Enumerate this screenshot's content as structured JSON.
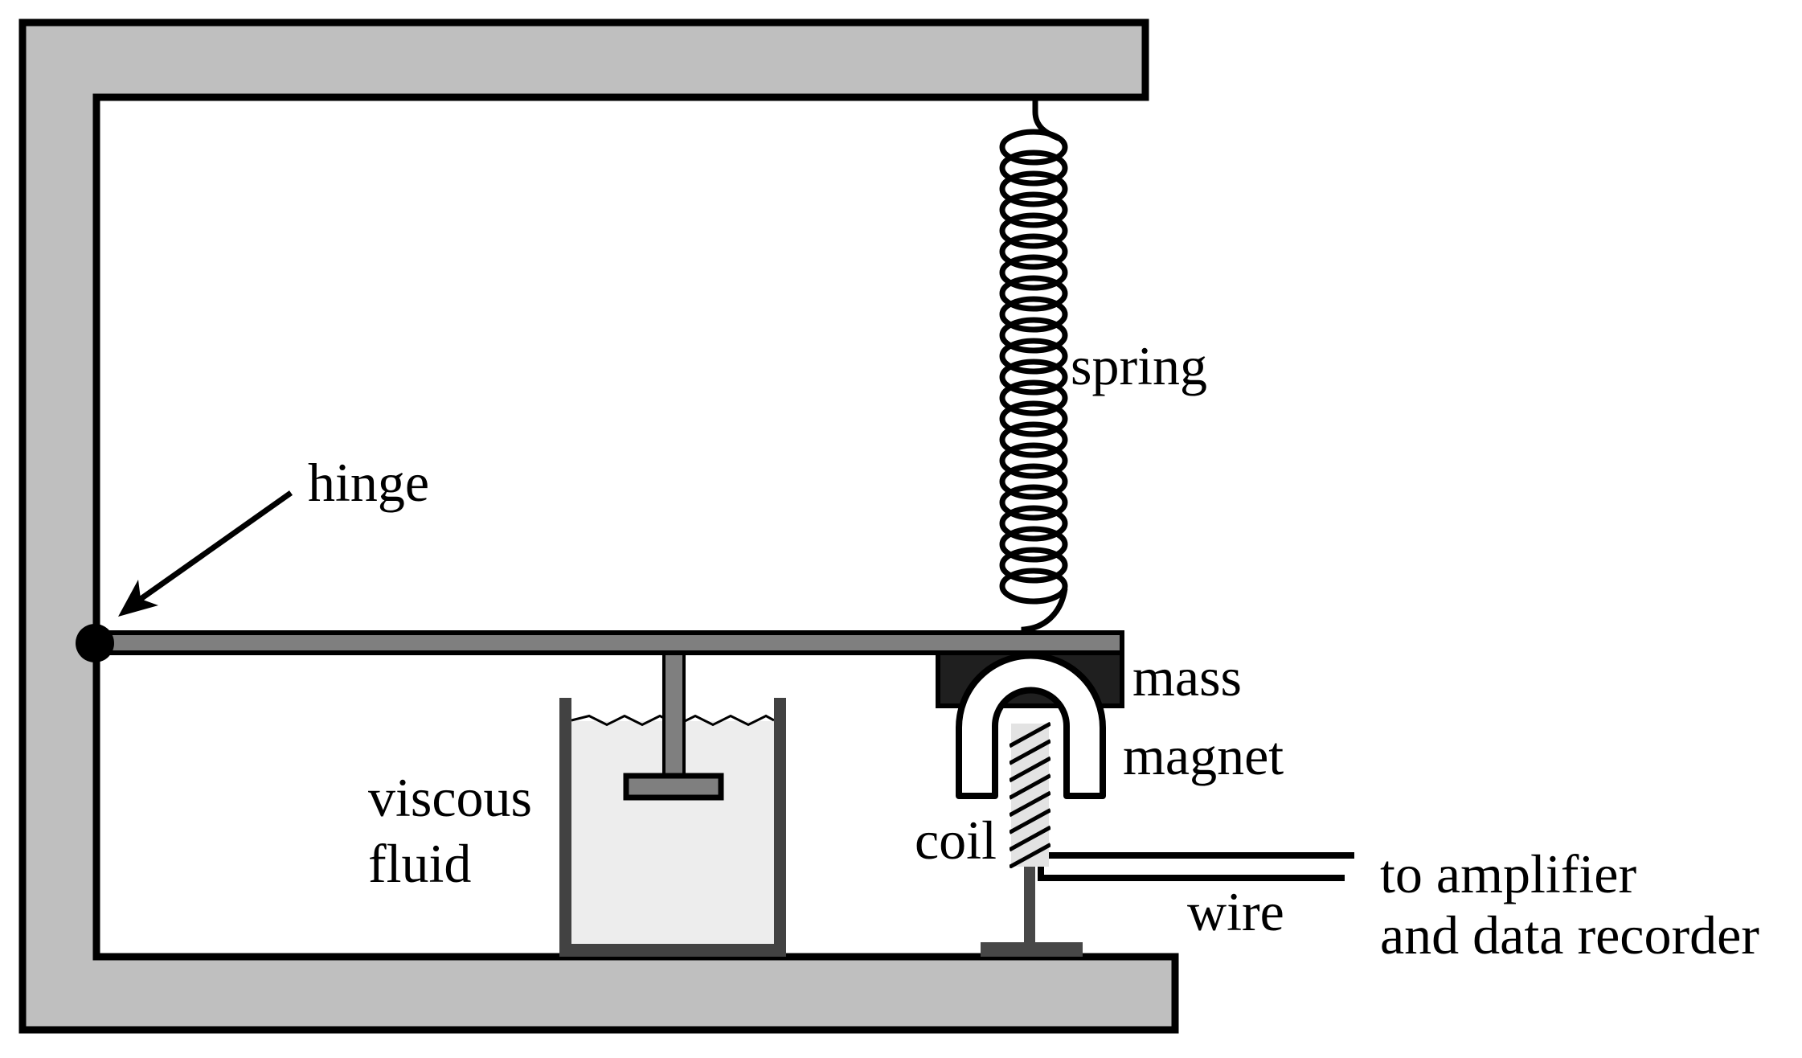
{
  "diagram": {
    "labels": {
      "hinge": "hinge",
      "spring": "spring",
      "mass": "mass",
      "magnet": "magnet",
      "coil": "coil",
      "wire": "wire",
      "viscous_line1": "viscous",
      "viscous_line2": "fluid",
      "output_line1": "to amplifier",
      "output_line2": "and data recorder"
    },
    "colors": {
      "frame_gray": "#bfbfbf",
      "beam_gray": "#7f7f7f",
      "mass_dark": "#1f1f1f",
      "wall_dark": "#424242",
      "stand_dark": "#474747",
      "fluid_light": "#ededed",
      "coil_light": "#e3e3e3",
      "magnet_white": "#ffffff",
      "ink": "#000000",
      "background": "#ffffff"
    }
  }
}
